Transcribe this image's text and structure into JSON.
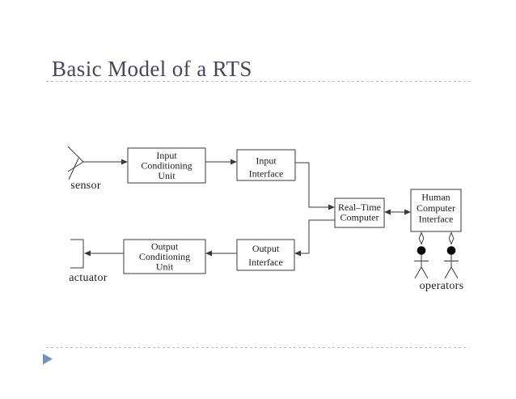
{
  "slide": {
    "title": "Basic Model of a RTS",
    "title_color": "#45475a",
    "accent_color": "#7490bc",
    "rule_color": "#b3bfc9"
  },
  "diagram": {
    "line_color": "#3a3a3a",
    "text_color": "#1c1c1c",
    "boxes": {
      "input_conditioning_unit": {
        "lines": [
          "Input",
          "Conditioning",
          "Unit"
        ]
      },
      "input_interface": {
        "lines": [
          "Input",
          "Interface"
        ]
      },
      "real_time_computer": {
        "lines": [
          "Real–Time",
          "Computer"
        ]
      },
      "human_computer_interface": {
        "lines": [
          "Human",
          "Computer",
          "Interface"
        ]
      },
      "output_conditioning_unit": {
        "lines": [
          "Output",
          "Conditioning",
          "Unit"
        ]
      },
      "output_interface": {
        "lines": [
          "Output",
          "Interface"
        ]
      }
    },
    "labels": {
      "sensor": "sensor",
      "actuator": "actuator",
      "operators": "operators"
    }
  }
}
